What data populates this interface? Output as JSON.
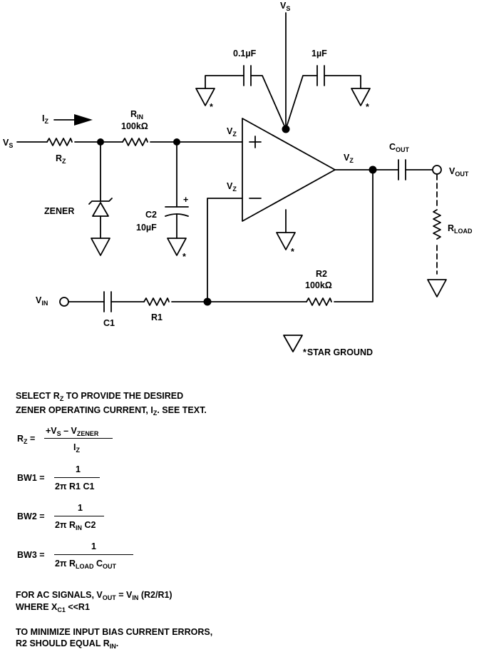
{
  "labels": {
    "vs_top": "V",
    "vs_top_sub": "S",
    "cap_01uf": "0.1µF",
    "cap_1uf": "1µF",
    "iz": "I",
    "iz_sub": "Z",
    "rin": "R",
    "rin_sub": "IN",
    "rin_value": "100kΩ",
    "vs_left": "V",
    "vs_left_sub": "S",
    "rz": "R",
    "rz_sub": "Z",
    "vz_plus": "V",
    "vz_plus_sub": "Z",
    "vz_minus": "V",
    "vz_minus_sub": "Z",
    "plus_sign": "+",
    "minus_sign": "−",
    "vz_out": "V",
    "vz_out_sub": "Z",
    "cout": "C",
    "cout_sub": "OUT",
    "vout": "V",
    "vout_sub": "OUT",
    "zener": "ZENER",
    "c2": "C2",
    "c2_value": "10µF",
    "c2_polarity": "+",
    "rload": "R",
    "rload_sub": "LOAD",
    "vin": "V",
    "vin_sub": "IN",
    "c1": "C1",
    "r1": "R1",
    "r2": "R2",
    "r2_value": "100kΩ",
    "star": "*",
    "star_ground": "STAR GROUND"
  },
  "notes": {
    "select_line1_a": "SELECT R",
    "select_line1_sub": "Z",
    "select_line1_b": "TO PROVIDE THE DESIRED",
    "select_line2_a": "ZENER OPERATING CURRENT, I",
    "select_line2_sub": "Z",
    "select_line2_b": ". SEE TEXT.",
    "rz_eq_lhs": "R",
    "rz_eq_lhs_sub": "Z",
    "rz_eq_sign": "=",
    "rz_num_a": "+V",
    "rz_num_a_sub": "S",
    "rz_num_b": " – V",
    "rz_num_b_sub": "ZENER",
    "rz_den": "I",
    "rz_den_sub": "Z",
    "bw1_lhs": "BW1 =",
    "bw1_num": "1",
    "bw1_den": "2π R1 C1",
    "bw2_lhs": "BW2 =",
    "bw2_num": "1",
    "bw2_den_a": "2π R",
    "bw2_den_sub": "IN",
    "bw2_den_b": " C2",
    "bw3_lhs": "BW3 =",
    "bw3_num": "1",
    "bw3_den_a": "2π R",
    "bw3_den_sub": "LOAD",
    "bw3_den_b": " C",
    "bw3_den_sub2": "OUT",
    "ac_line1_a": "FOR AC SIGNALS, V",
    "ac_line1_sub": "OUT",
    "ac_line1_b": " = V",
    "ac_line1_sub2": "IN",
    "ac_line1_c": " (R2/R1)",
    "ac_line2_a": "WHERE X",
    "ac_line2_sub": "C1",
    "ac_line2_b": " <<R1",
    "bias_line1": "TO MINIMIZE INPUT BIAS CURRENT ERRORS,",
    "bias_line2_a": "R2 SHOULD EQUAL R",
    "bias_line2_sub": "IN",
    "bias_line2_b": "."
  }
}
